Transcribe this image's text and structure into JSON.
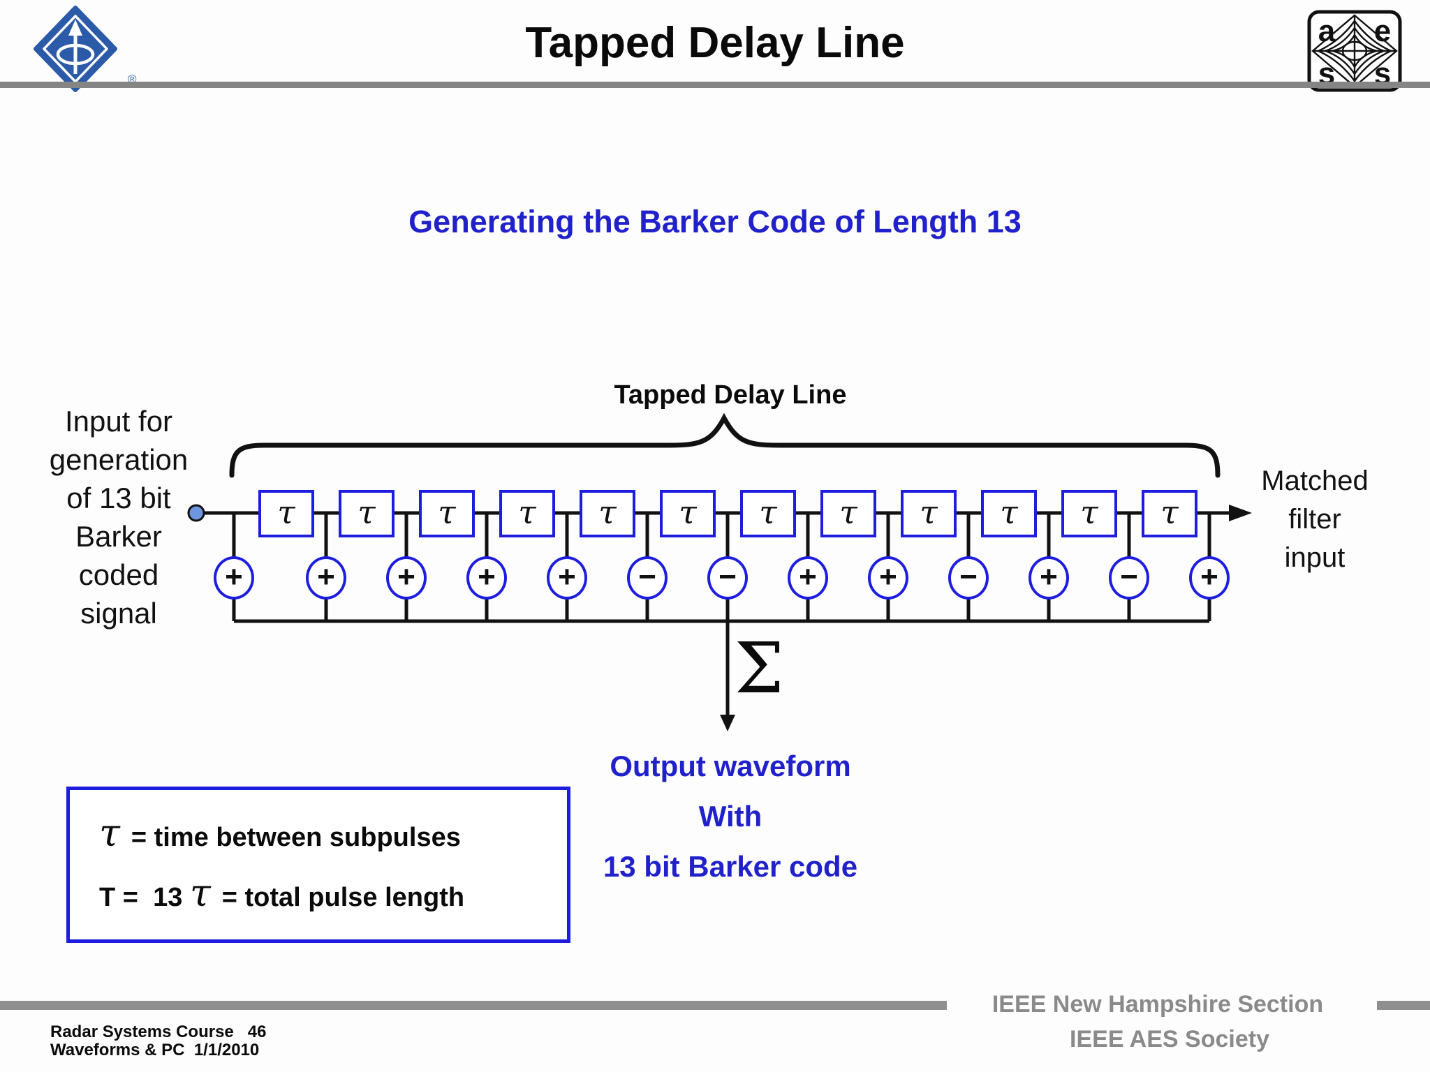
{
  "header": {
    "title": "Tapped Delay Line"
  },
  "subtitle": "Generating the Barker Code of Length 13",
  "diagram": {
    "brace_label": "Tapped Delay Line",
    "input_label": "Input for\ngeneration\nof 13 bit\nBarker\ncoded\nsignal",
    "matched_label": "Matched\nfilter\ninput",
    "delay_symbol": "τ",
    "delay_count": 12,
    "tap_signs": [
      "+",
      "+",
      "+",
      "+",
      "+",
      "−",
      "−",
      "+",
      "+",
      "−",
      "+",
      "−",
      "+"
    ],
    "sum_symbol": "Σ",
    "output_label": "Output waveform\nWith\n13 bit Barker code"
  },
  "legend": {
    "tau_symbol": "τ",
    "line1_text": "= time between subpulses",
    "line2_prefix": "T =  13 ",
    "line2_suffix": "= total pulse length"
  },
  "footer": {
    "left_line1": "Radar Systems Course   46",
    "left_line2": "Waveforms & PC  1/1/2010",
    "right_line1": "IEEE New Hampshire Section",
    "right_line2": "IEEE AES Society"
  },
  "logos": {
    "ieee_registered": "®",
    "aes_letters": [
      "a",
      "e",
      "s",
      "s"
    ]
  },
  "colors": {
    "diagram_blue": "#1d1de0",
    "text_blue": "#2121cc",
    "divider_gray": "#858585",
    "footer_gray": "#8a8a8a",
    "ieee_logo_blue": "#2a5aa8"
  }
}
